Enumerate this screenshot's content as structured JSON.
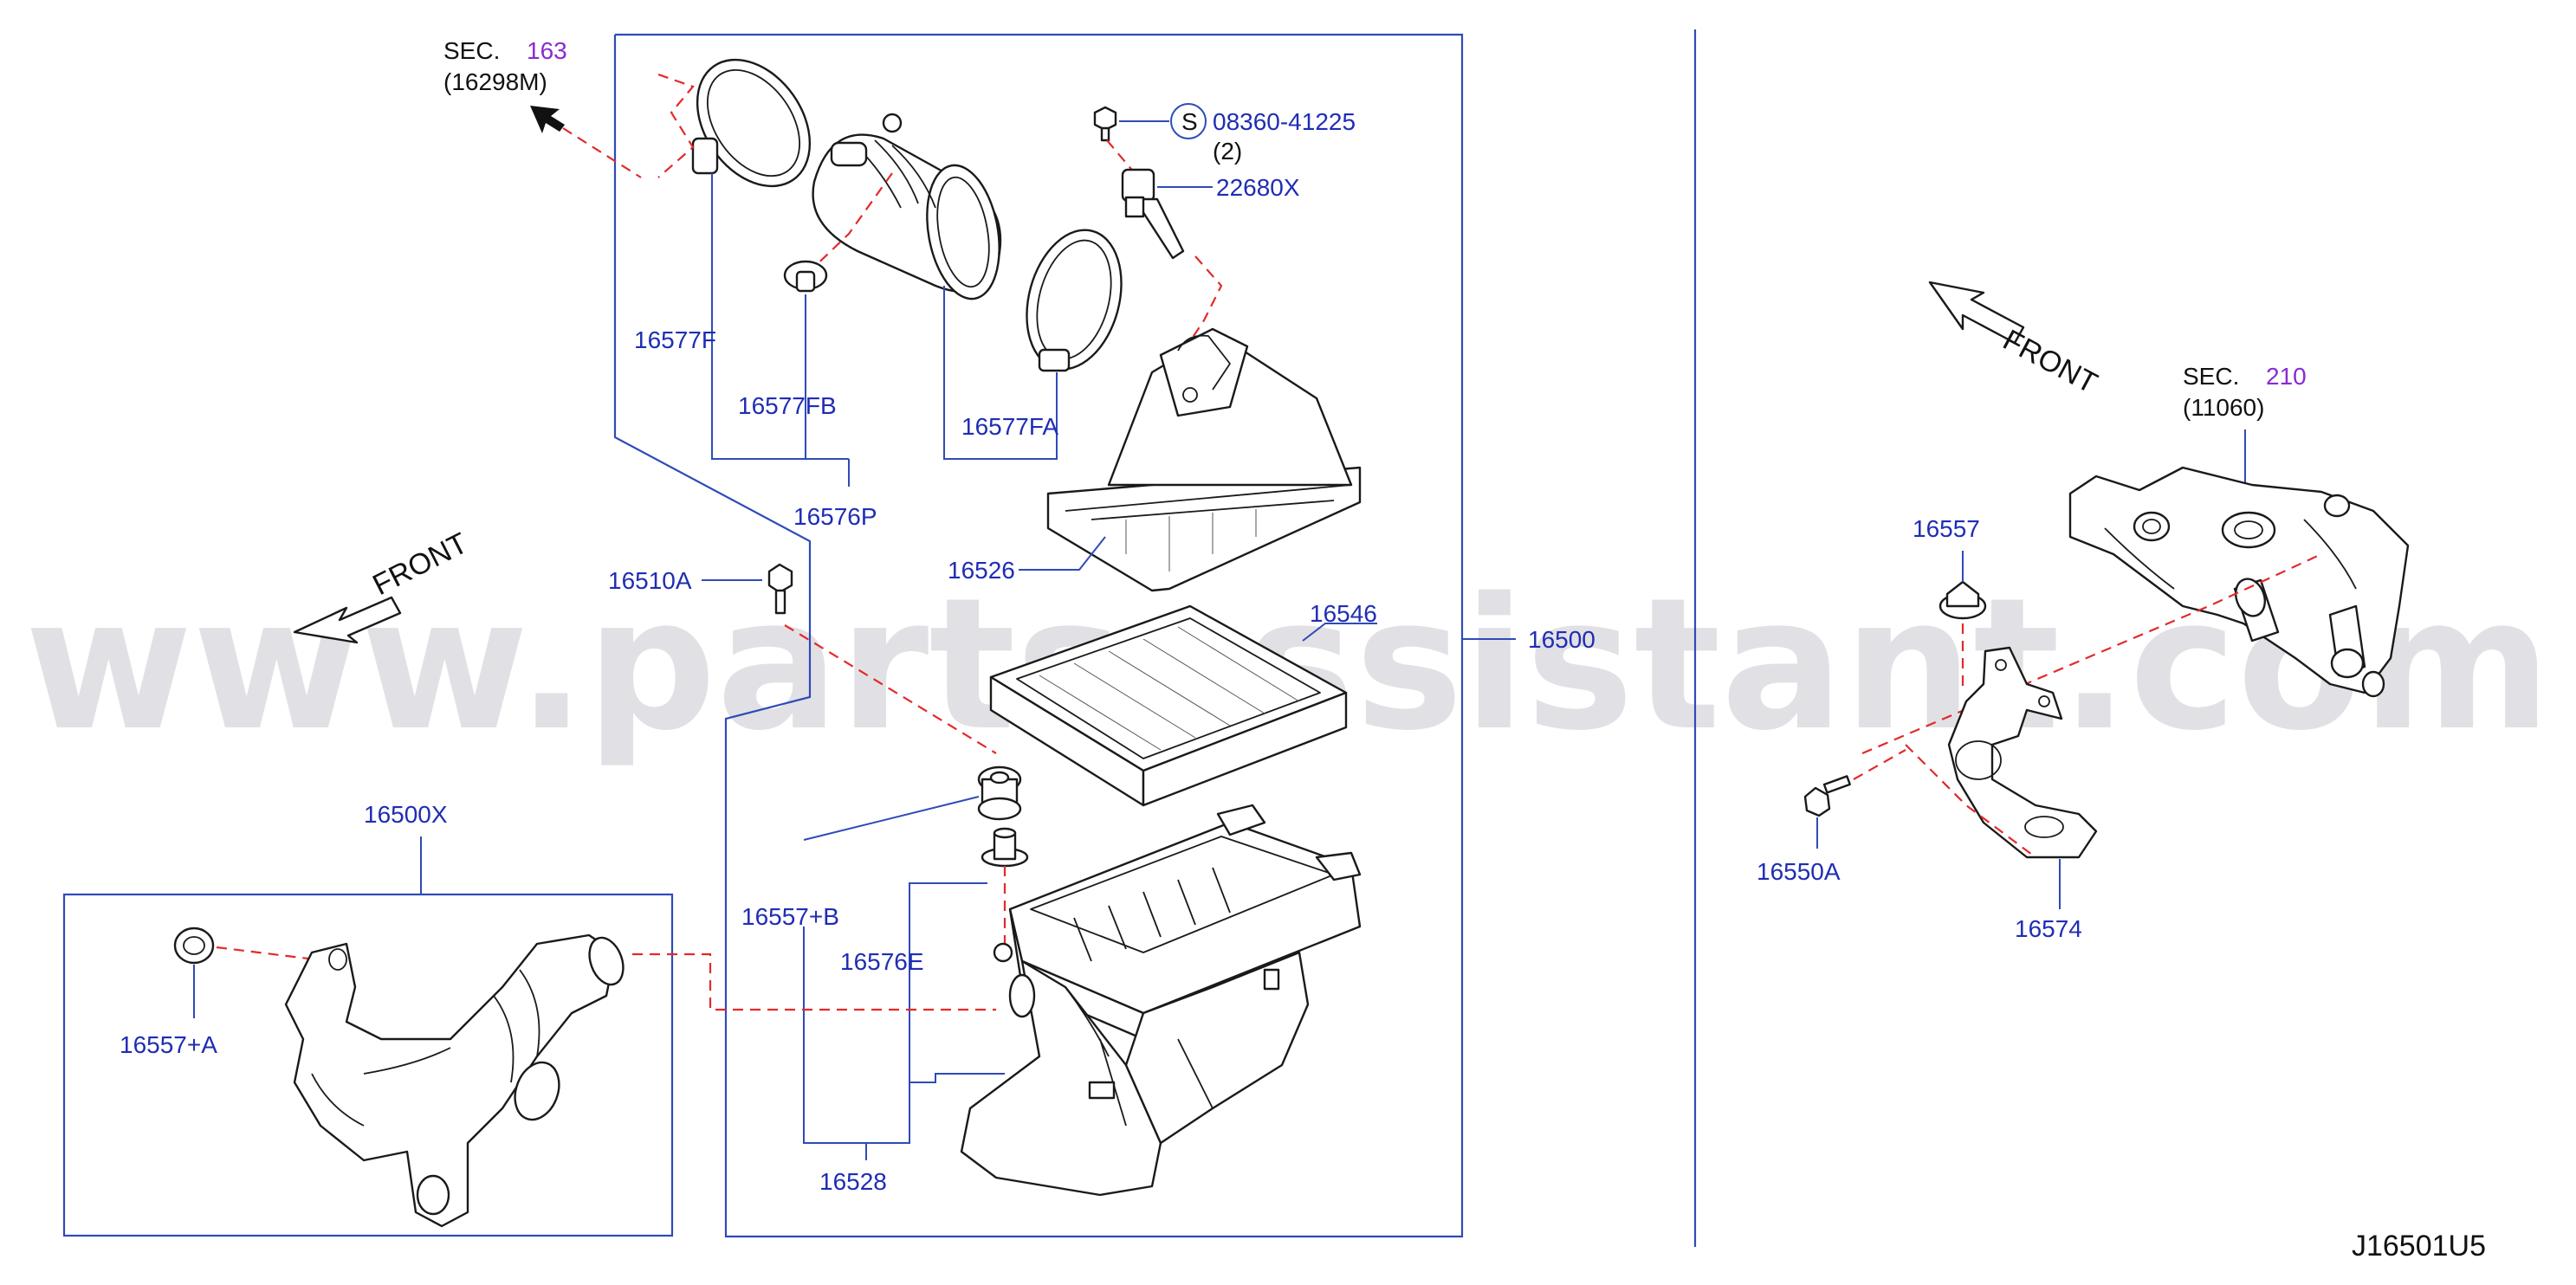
{
  "diagram": {
    "code": "J16501U5",
    "watermark": "www.partsassistant.com",
    "front_label": "FRONT",
    "sec163": {
      "prefix": "SEC.",
      "number": "163",
      "sub": "(16298M)"
    },
    "sec210": {
      "prefix": "SEC.",
      "number": "210",
      "sub": "(11060)"
    },
    "screw_symbol": "S",
    "parts": {
      "p08360": "08360-41225",
      "p08360_qty": "(2)",
      "p22680X": "22680X",
      "p16577F": "16577F",
      "p16577FB": "16577FB",
      "p16577FA": "16577FA",
      "p16576P": "16576P",
      "p16526": "16526",
      "p16510A": "16510A",
      "p16546": "16546",
      "p16500": "16500",
      "p16500X": "16500X",
      "p16557A": "16557+A",
      "p16557B": "16557+B",
      "p16576E": "16576E",
      "p16528": "16528",
      "p16557": "16557",
      "p16550A": "16550A",
      "p16574": "16574"
    }
  }
}
